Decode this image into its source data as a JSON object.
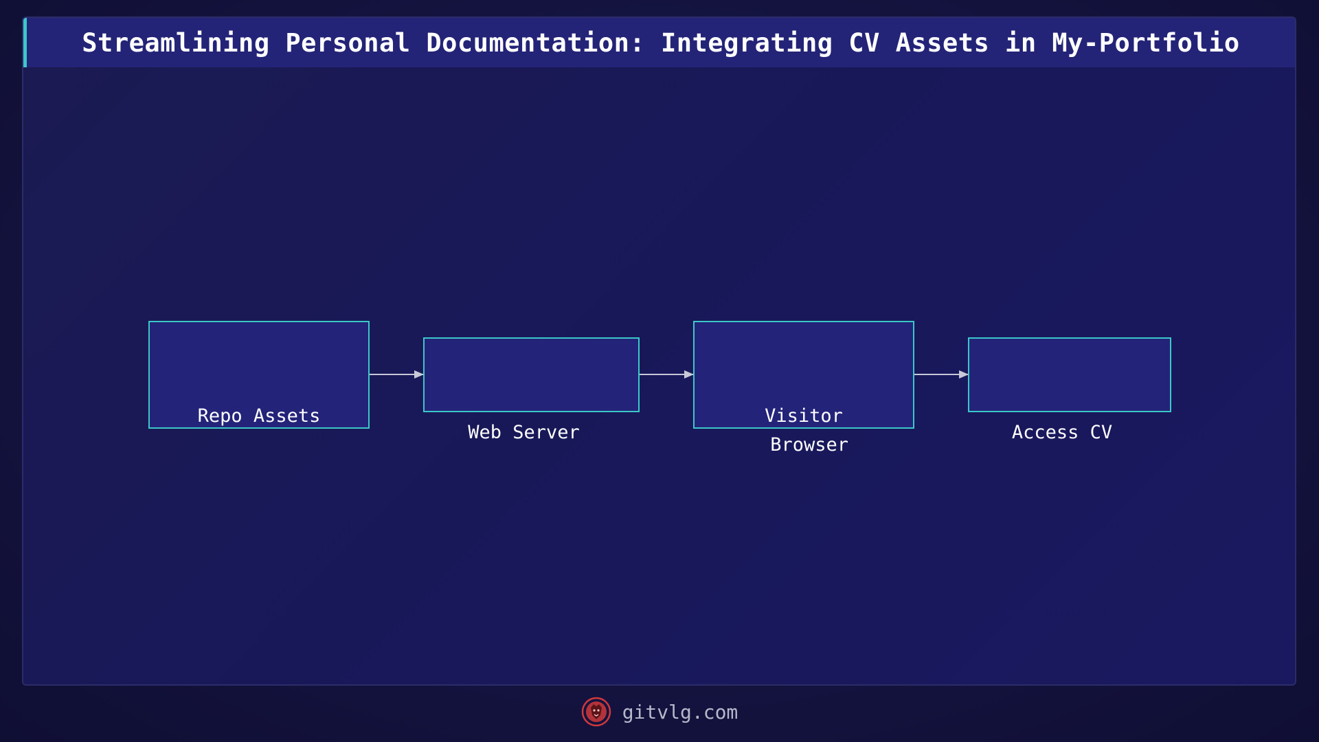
{
  "title": "Streamlining Personal Documentation: Integrating CV Assets in My-Portfolio",
  "colors": {
    "node_fill": "#23237a",
    "node_border": "#3cc8c8",
    "accent": "#3cc8c8",
    "arrow": "#c8c8d8",
    "logo": "#d0393b"
  },
  "diagram": {
    "nodes": [
      {
        "id": "repo",
        "label": "Repo Assets"
      },
      {
        "id": "server",
        "label": "Web Server"
      },
      {
        "id": "browser",
        "label": "Visitor\n Browser"
      },
      {
        "id": "access",
        "label": "Access CV"
      }
    ],
    "edges": [
      {
        "from": "repo",
        "to": "server"
      },
      {
        "from": "server",
        "to": "browser"
      },
      {
        "from": "browser",
        "to": "access"
      }
    ]
  },
  "footer": {
    "text": "gitvlg.com",
    "logo_icon": "lion-head-icon"
  }
}
